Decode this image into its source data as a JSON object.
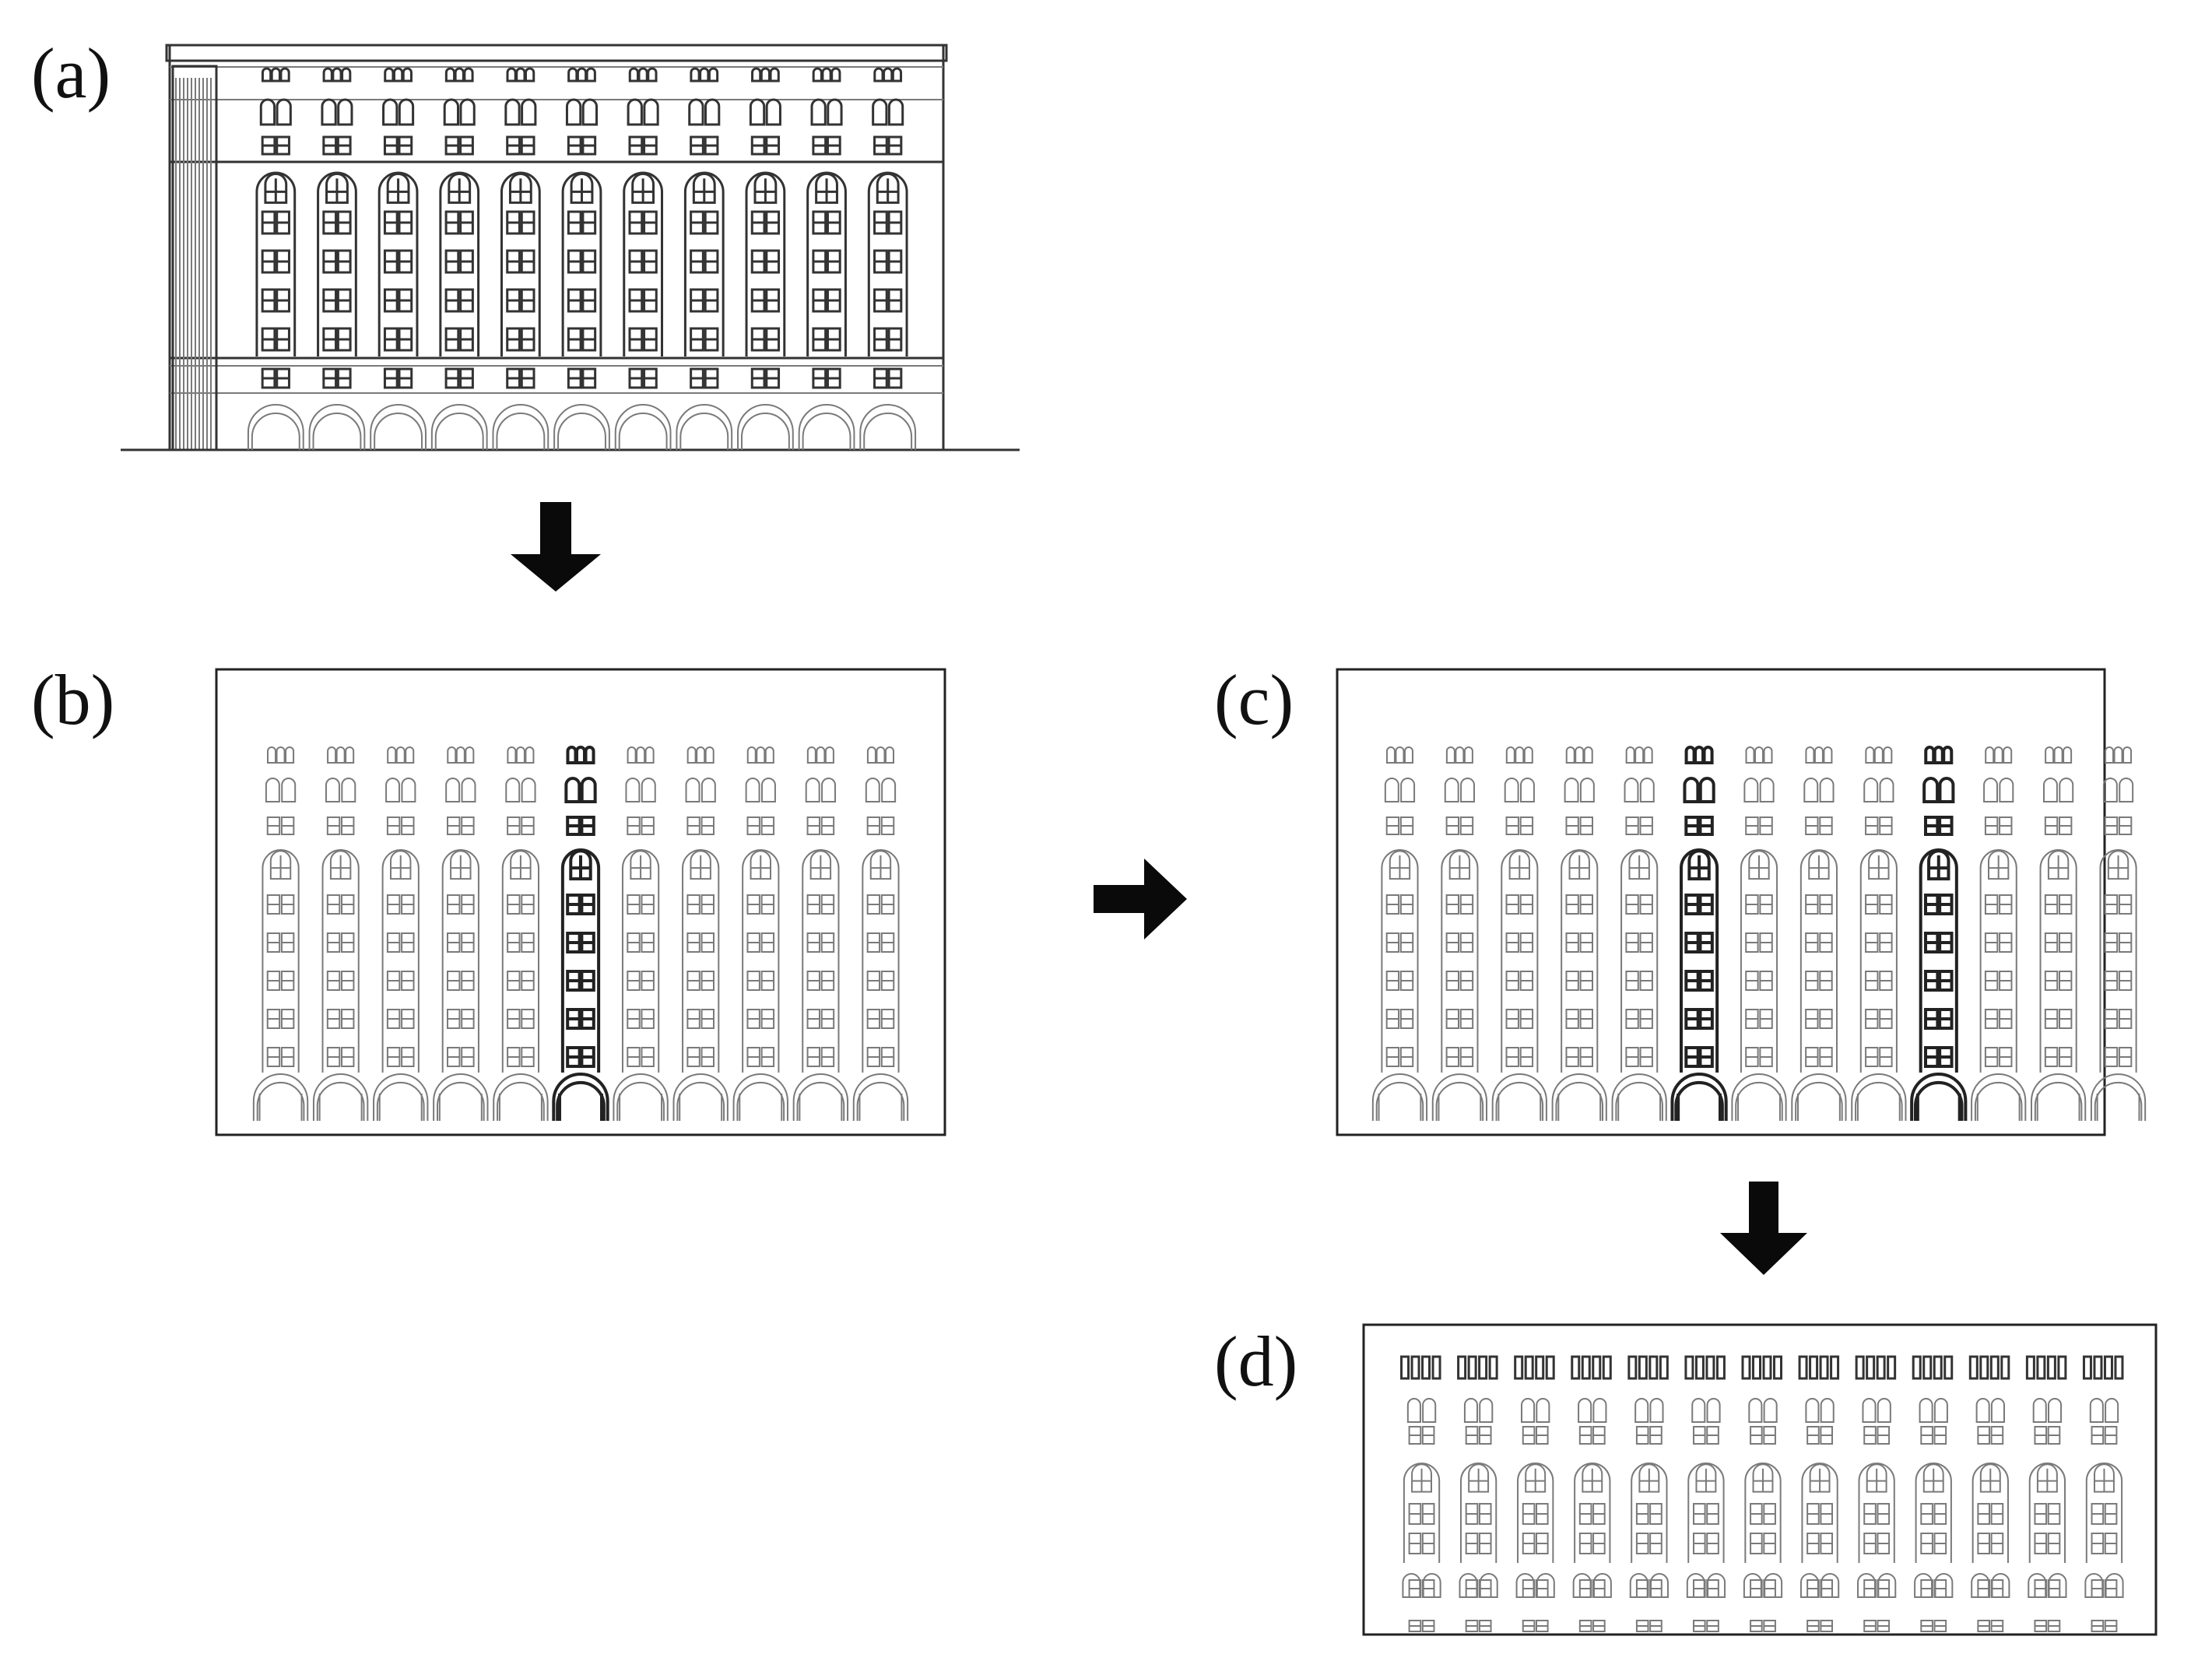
{
  "figure": {
    "panels": [
      {
        "id": "a",
        "label": "(a)"
      },
      {
        "id": "b",
        "label": "(b)"
      },
      {
        "id": "c",
        "label": "(c)"
      },
      {
        "id": "d",
        "label": "(d)"
      }
    ]
  },
  "structure": {
    "a_bays": 11,
    "b_bays": 11,
    "b_highlight_bays": [
      5
    ],
    "c_bays": 13,
    "c_highlight_bays": [
      5,
      9
    ],
    "d_bays": 13
  },
  "colors": {
    "line": "#7a7a7a",
    "line_dark": "#333333",
    "highlight": "#222222",
    "arrow": "#0a0a0a",
    "background": "#ffffff"
  }
}
